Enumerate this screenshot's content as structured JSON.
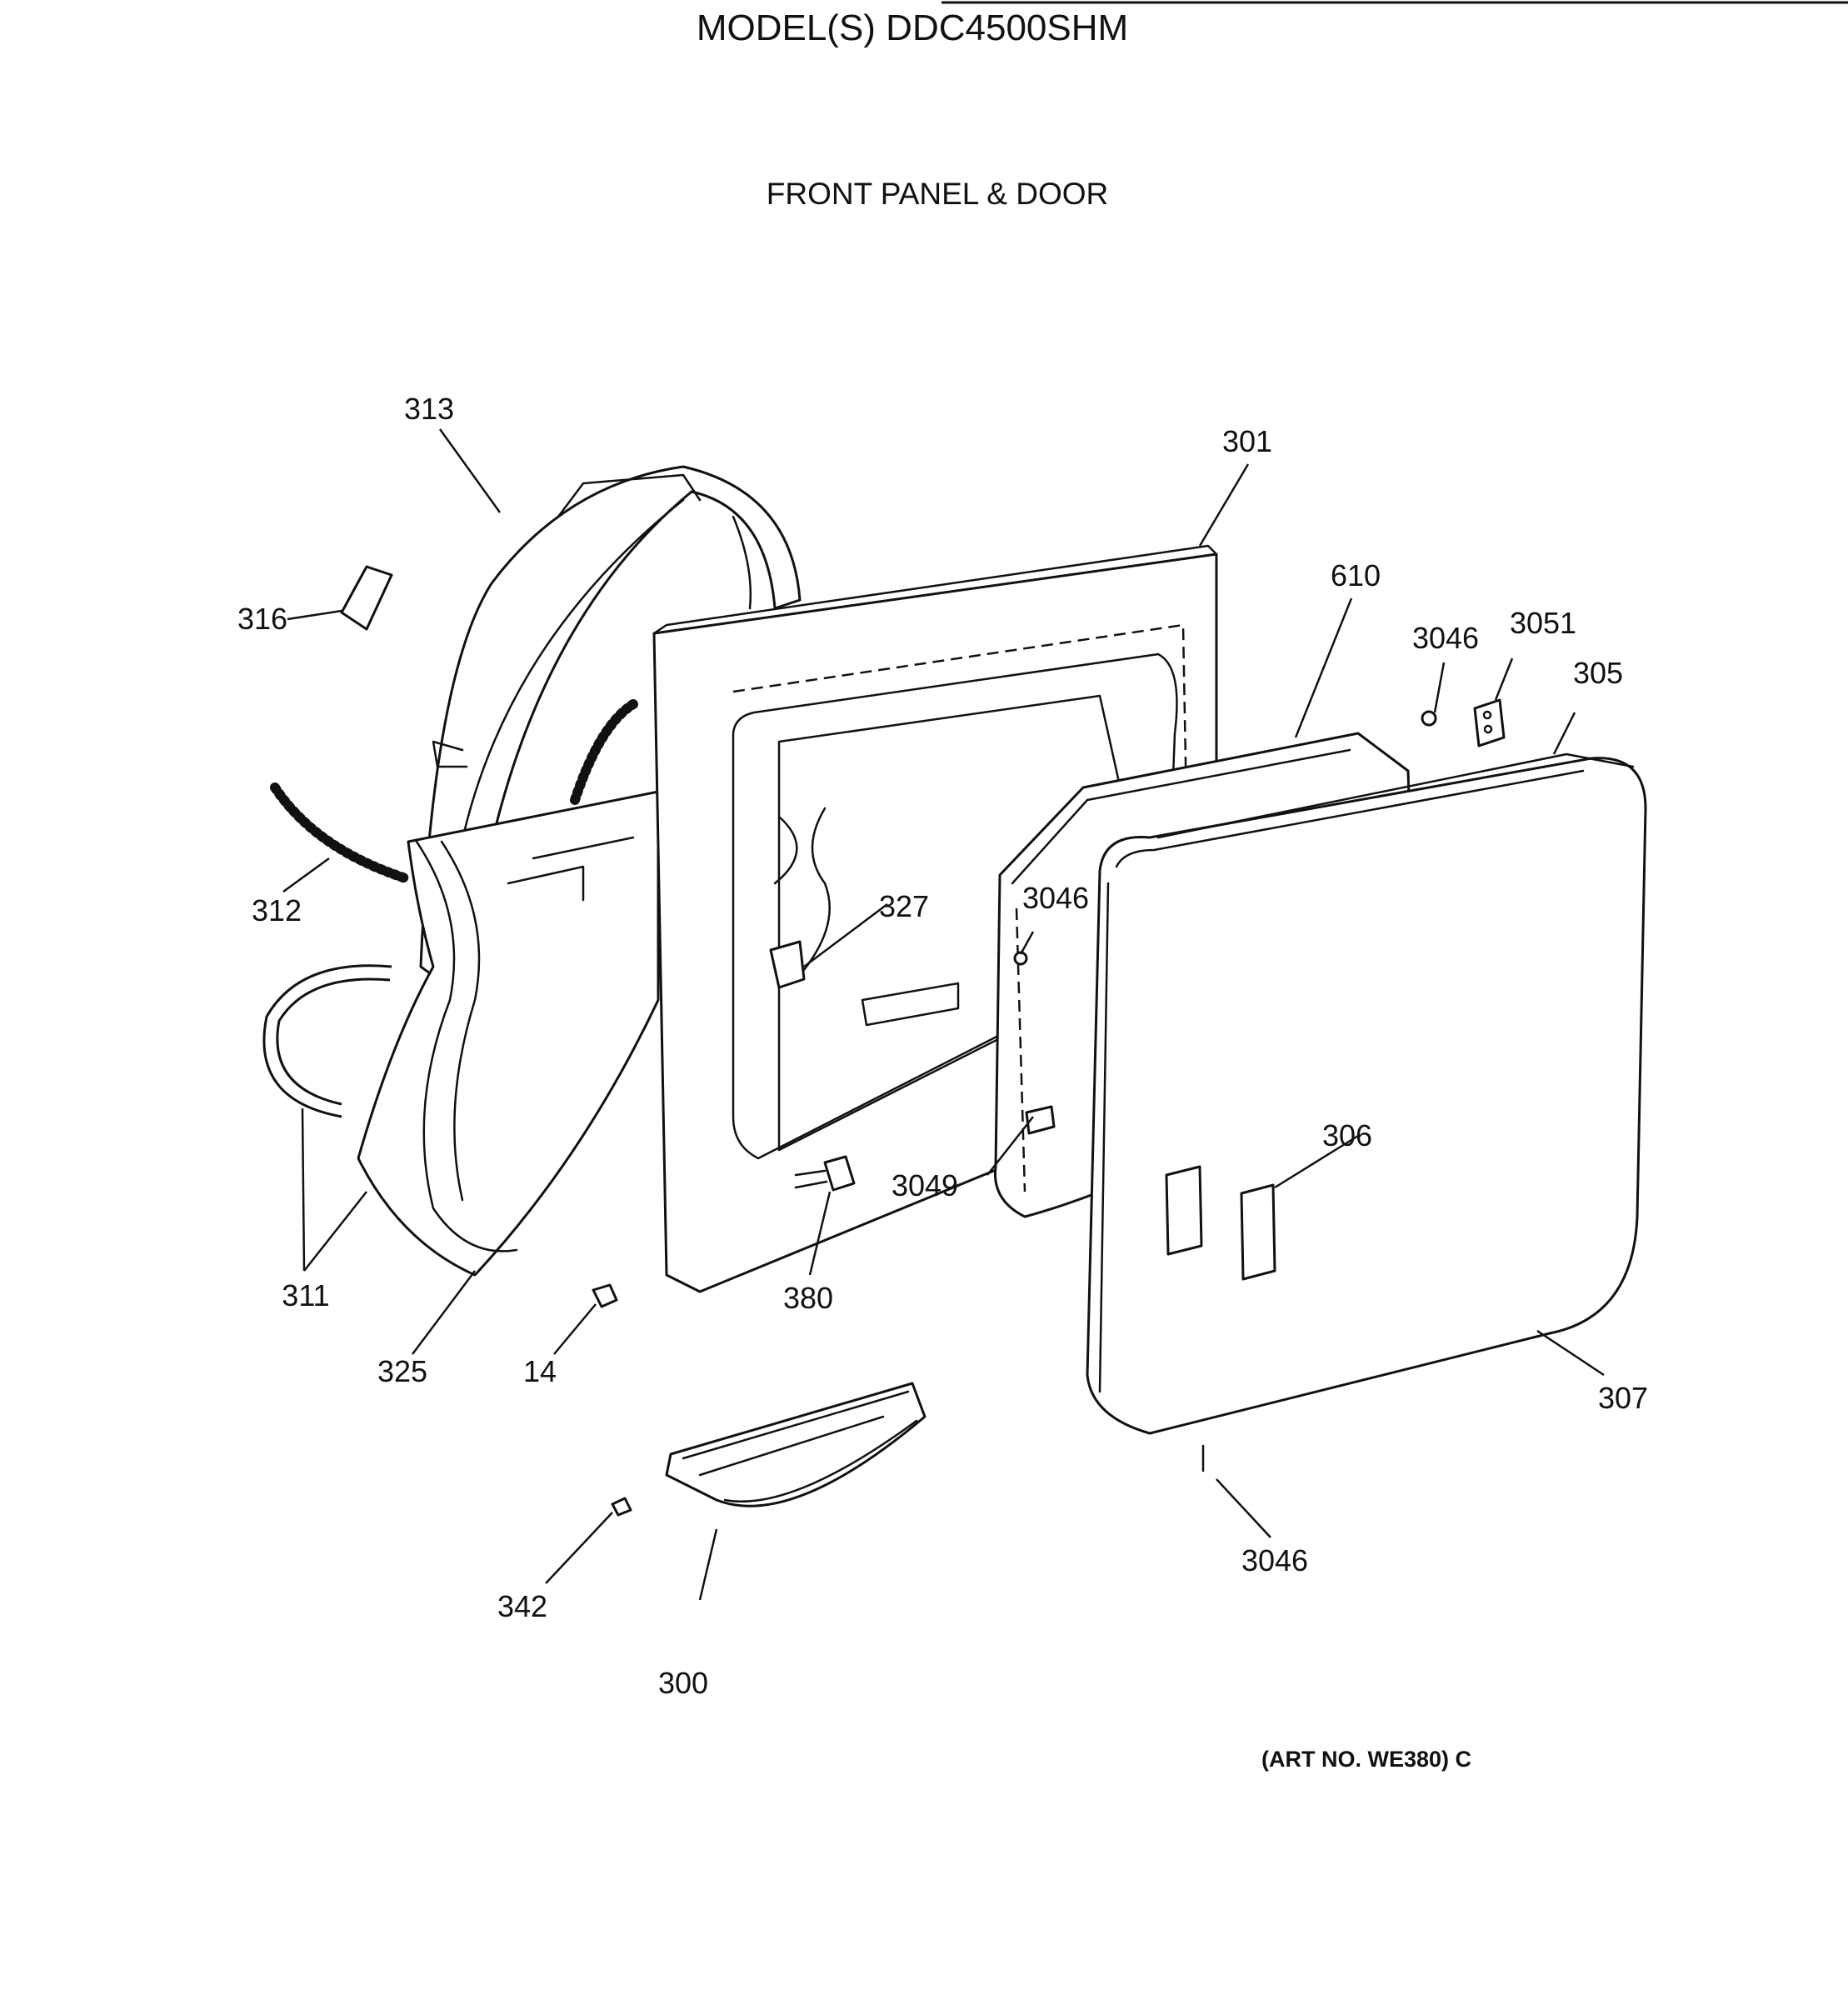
{
  "header": {
    "model_title": "MODEL(S) DDC4500SHM",
    "section_title": "FRONT PANEL & DOOR"
  },
  "callouts": {
    "p313": "313",
    "p301": "301",
    "p610": "610",
    "p3046_top": "3046",
    "p3051": "3051",
    "p305": "305",
    "p316": "316",
    "p312": "312",
    "p327": "327",
    "p3046_mid": "3046",
    "p306": "306",
    "p3049": "3049",
    "p311": "311",
    "p325": "325",
    "p14": "14",
    "p380": "380",
    "p307": "307",
    "p3046_bottom": "3046",
    "p342": "342",
    "p300": "300"
  },
  "footer": {
    "art_number": "(ART NO. WE380) C"
  }
}
